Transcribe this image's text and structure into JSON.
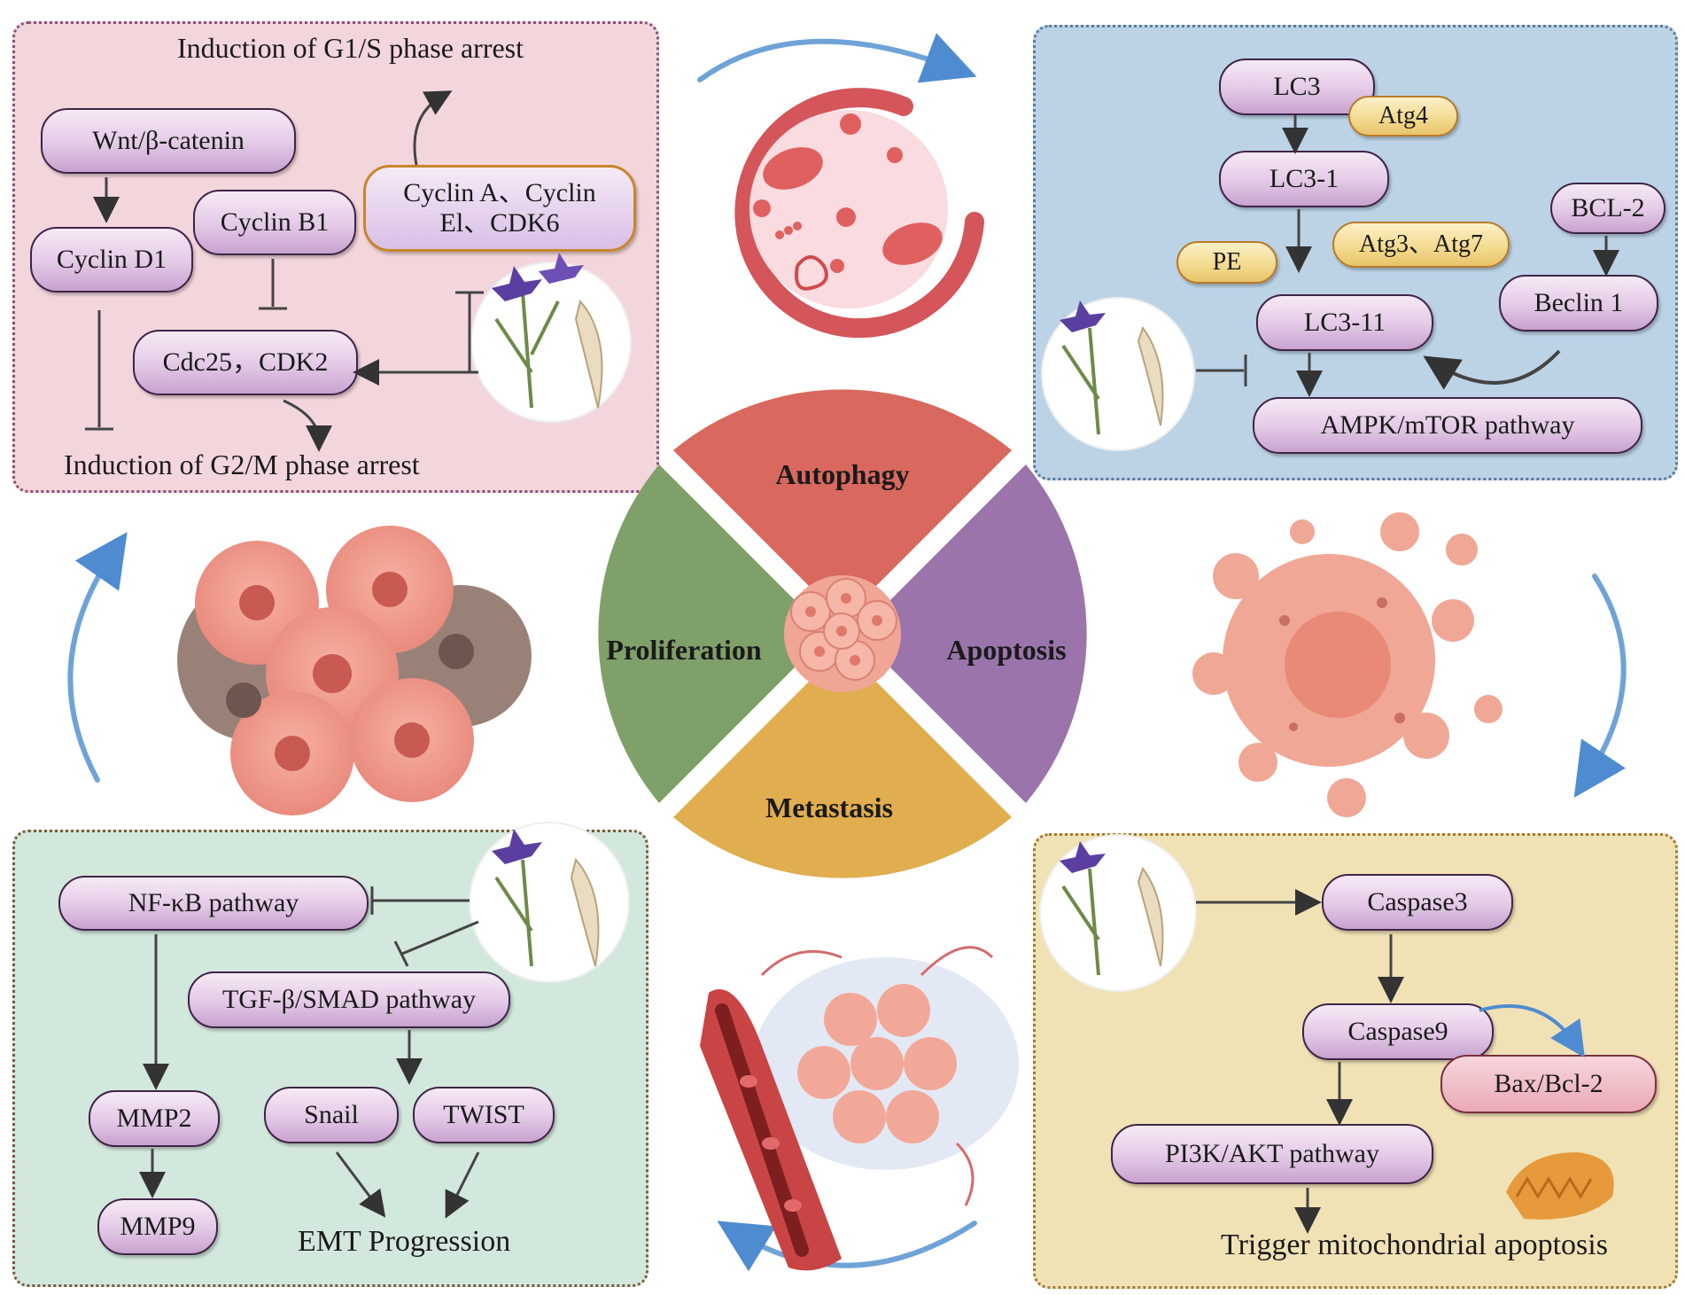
{
  "center": {
    "segments": [
      {
        "key": "autophagy",
        "label": "Autophagy",
        "color": "#d9685e"
      },
      {
        "key": "apoptosis",
        "label": "Apoptosis",
        "color": "#9b74ac"
      },
      {
        "key": "metastasis",
        "label": "Metastasis",
        "color": "#e0ad4f"
      },
      {
        "key": "proliferation",
        "label": "Proliferation",
        "color": "#80a06a"
      }
    ]
  },
  "proliferation_panel": {
    "g1s_title": "Induction of G1/S phase arrest",
    "g2m_title": "Induction of G2/M phase arrest",
    "wnt": "Wnt/β-catenin",
    "cyclin_d1": "Cyclin D1",
    "cyclin_b1": "Cyclin B1",
    "cyclin_a_line1": "Cyclin A、Cyclin",
    "cyclin_a_line2": "El、CDK6",
    "cdc25": "Cdc25，CDK2"
  },
  "autophagy_panel": {
    "lc3": "LC3",
    "atg4": "Atg4",
    "lc3_1": "LC3-1",
    "bcl2": "BCL-2",
    "pe": "PE",
    "atg3_7": "Atg3、Atg7",
    "lc3_11": "LC3-11",
    "beclin": "Beclin 1",
    "ampk": "AMPK/mTOR pathway"
  },
  "metastasis_panel": {
    "nfkb": "NF-κB pathway",
    "tgfb": "TGF-β/SMAD pathway",
    "mmp2": "MMP2",
    "mmp9": "MMP9",
    "snail": "Snail",
    "twist": "TWIST",
    "emt": "EMT Progression"
  },
  "apoptosis_panel": {
    "caspase3": "Caspase3",
    "caspase9": "Caspase9",
    "bax": "Bax/Bcl-2",
    "pi3k": "PI3K/AKT pathway",
    "trigger": "Trigger mitochondrial apoptosis"
  }
}
